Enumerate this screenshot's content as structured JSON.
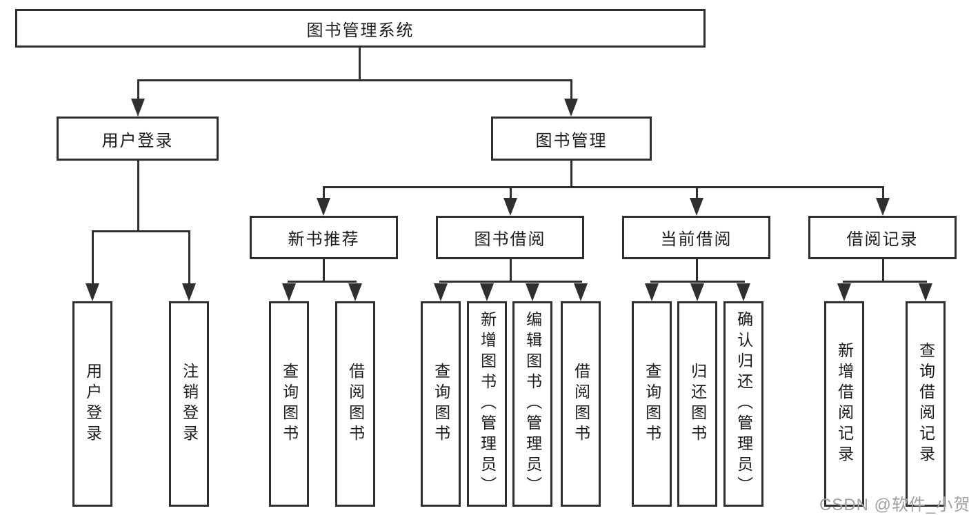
{
  "diagram": {
    "type": "hierarchy-tree",
    "colors": {
      "line": "#2f2f2f",
      "text": "#1c1c1c",
      "background": "#ffffff",
      "watermark": "#a0a0a0"
    }
  },
  "tree": {
    "root": "图书管理系统",
    "branches": [
      {
        "label": "用户登录",
        "leaves": [
          "用户登录",
          "注销登录"
        ]
      },
      {
        "label": "图书管理",
        "groups": [
          {
            "label": "新书推荐",
            "leaves": [
              "查询图书",
              "借阅图书"
            ]
          },
          {
            "label": "图书借阅",
            "leaves": [
              "查询图书",
              "新增图书（管理员）",
              "编辑图书（管理员）",
              "借阅图书"
            ]
          },
          {
            "label": "当前借阅",
            "leaves": [
              "查询图书",
              "归还图书",
              "确认归还（管理员）"
            ]
          },
          {
            "label": "借阅记录",
            "leaves": [
              "新增借阅记录",
              "查询借阅记录"
            ]
          }
        ]
      }
    ]
  },
  "watermark": {
    "text": "CSDN @软件_小贺同学"
  }
}
